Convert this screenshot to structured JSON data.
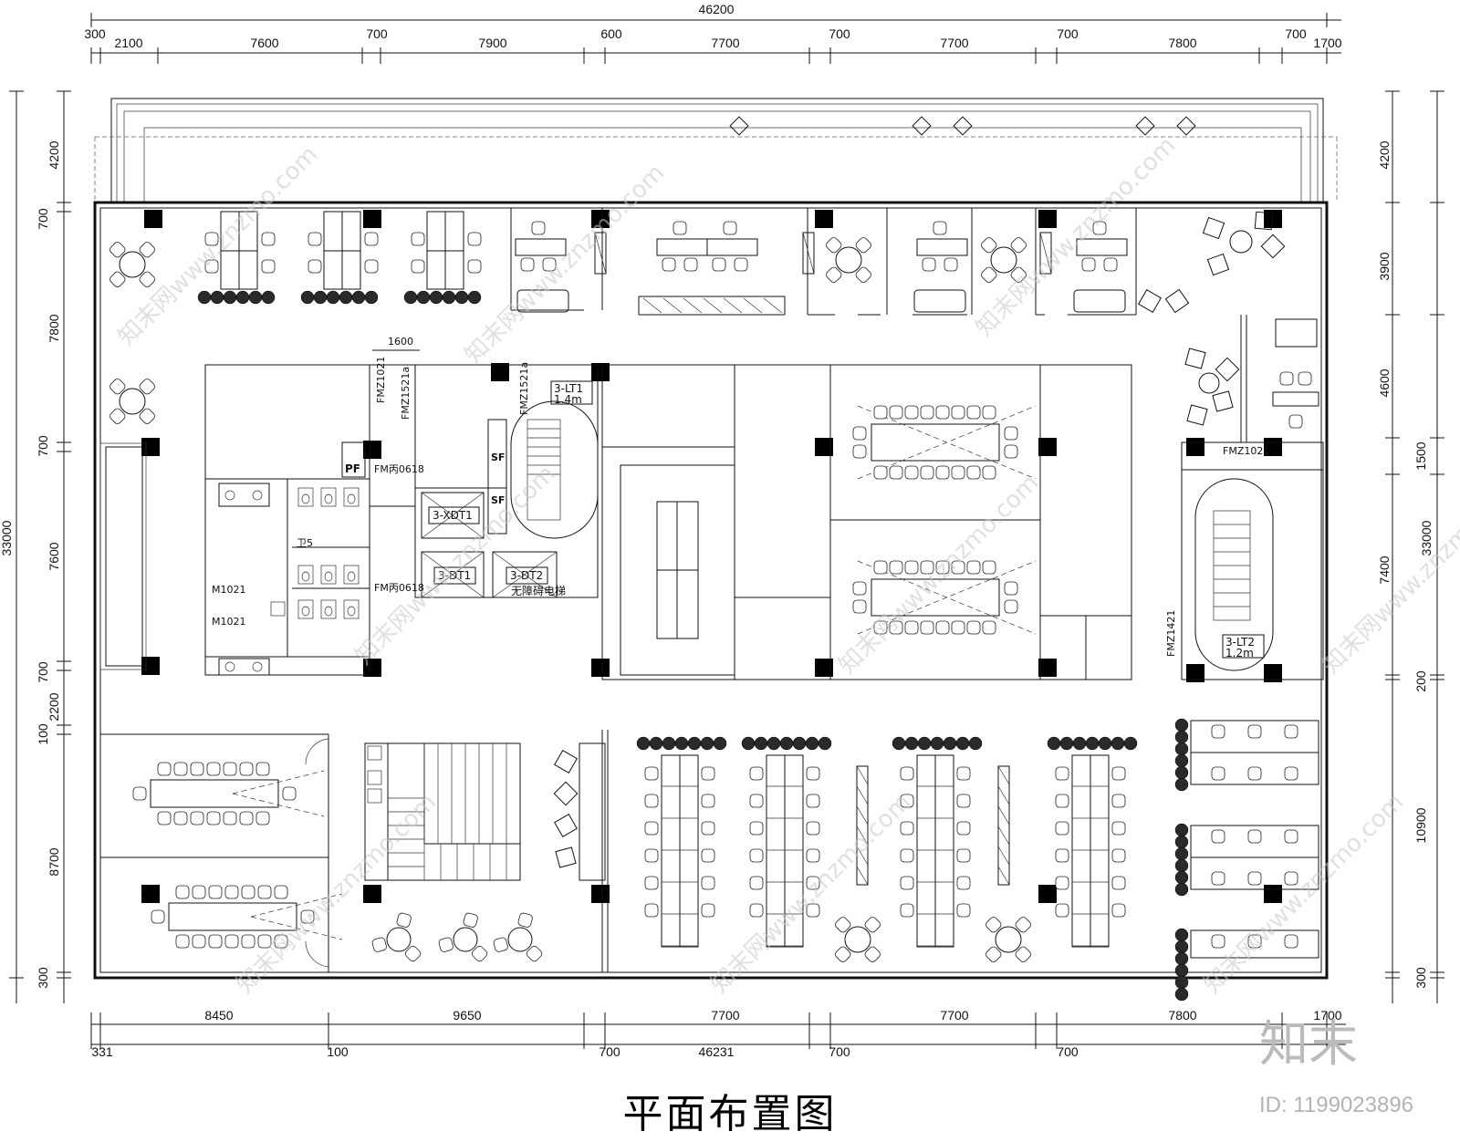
{
  "title": "平面布置图",
  "brand": "知末",
  "image_id": "ID: 1199023896",
  "watermark_text": "知末网www.znzmo.com",
  "dims": {
    "top_total": "46200",
    "top": [
      "300",
      "2100",
      "7600",
      "700",
      "7900",
      "600",
      "7700",
      "700",
      "7700",
      "700",
      "7800",
      "700",
      "1700"
    ],
    "bottom_total": "46231",
    "bottom_row1": [
      "8450",
      "9650",
      "7700",
      "7700",
      "7800",
      "1700"
    ],
    "bottom_row2": [
      "331",
      "100",
      "700",
      "700",
      "700"
    ],
    "left_total": "33000",
    "left": [
      "4200",
      "700",
      "7800",
      "700",
      "7600",
      "700",
      "2200",
      "100",
      "8700",
      "300"
    ],
    "right_total": "33000",
    "right": [
      "4200",
      "3900",
      "4600",
      "1500",
      "7400",
      "200",
      "10900",
      "300"
    ]
  },
  "labels": {
    "lt1": "3-LT1",
    "lt1_w": "1.4m",
    "lt2": "3-LT2",
    "lt2_w": "1.2m",
    "xdt1": "3-XDT1",
    "dt1": "3-DT1",
    "dt2": "3-DT2",
    "barrier_free": "无障碍电梯",
    "toilet": "卫5",
    "pf": "PF",
    "sf1": "SF",
    "sf2": "SF",
    "fm1": "FM丙0618",
    "fm2": "FM丙0618",
    "fmz1021": "FMZ1021",
    "fmz1521a": "FMZ1521a",
    "fmz1521a2": "FMZ1521a",
    "fmz1021b": "FMZ1021",
    "fmz1421": "FMZ1421",
    "m1021a": "M1021",
    "m1021b": "M1021",
    "d1600": "1600"
  }
}
